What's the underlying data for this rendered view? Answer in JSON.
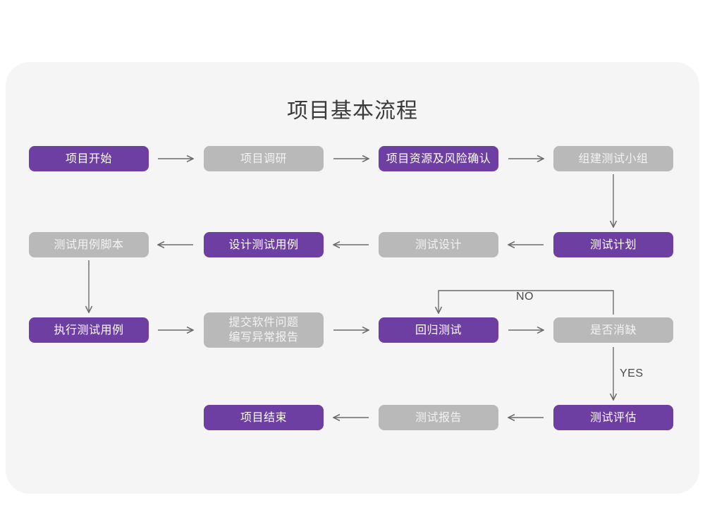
{
  "title": "项目基本流程",
  "colors": {
    "purple": "#6e3fa3",
    "gray": "#b9b9b9",
    "panel_background": "#f5f5f5",
    "page_background": "#ffffff",
    "connector": "#6b6b6b",
    "title_text": "#3a3a3a"
  },
  "nodes": [
    {
      "id": "project-start",
      "label": "项目开始",
      "style": "purple",
      "col": 1,
      "row": 1
    },
    {
      "id": "project-research",
      "label": "项目调研",
      "style": "gray",
      "col": 2,
      "row": 1
    },
    {
      "id": "resource-risk",
      "label": "项目资源及风险确认",
      "style": "purple",
      "col": 3,
      "row": 1
    },
    {
      "id": "build-test-team",
      "label": "组建测试小组",
      "style": "gray",
      "col": 4,
      "row": 1
    },
    {
      "id": "test-case-script",
      "label": "测试用例脚本",
      "style": "gray",
      "col": 1,
      "row": 2
    },
    {
      "id": "design-test-case",
      "label": "设计测试用例",
      "style": "purple",
      "col": 2,
      "row": 2
    },
    {
      "id": "test-design",
      "label": "测试设计",
      "style": "gray",
      "col": 3,
      "row": 2
    },
    {
      "id": "test-plan",
      "label": "测试计划",
      "style": "purple",
      "col": 4,
      "row": 2
    },
    {
      "id": "execute-test-case",
      "label": "执行测试用例",
      "style": "purple",
      "col": 1,
      "row": 3
    },
    {
      "id": "submit-bug-report",
      "label": "提交软件问题\n编写异常报告",
      "style": "gray",
      "col": 2,
      "row": 3
    },
    {
      "id": "regression-test",
      "label": "回归测试",
      "style": "purple",
      "col": 3,
      "row": 3
    },
    {
      "id": "defect-cleared",
      "label": "是否消缺",
      "style": "gray",
      "col": 4,
      "row": 3
    },
    {
      "id": "project-end",
      "label": "项目结束",
      "style": "purple",
      "col": 2,
      "row": 4
    },
    {
      "id": "test-report",
      "label": "测试报告",
      "style": "gray",
      "col": 3,
      "row": 4
    },
    {
      "id": "test-evaluation",
      "label": "测试评估",
      "style": "purple",
      "col": 4,
      "row": 4
    }
  ],
  "edge_labels": {
    "no": "NO",
    "yes": "YES"
  },
  "flow": [
    {
      "from": "project-start",
      "to": "project-research",
      "direction": "right"
    },
    {
      "from": "project-research",
      "to": "resource-risk",
      "direction": "right"
    },
    {
      "from": "resource-risk",
      "to": "build-test-team",
      "direction": "right"
    },
    {
      "from": "build-test-team",
      "to": "test-plan",
      "direction": "down"
    },
    {
      "from": "test-plan",
      "to": "test-design",
      "direction": "left"
    },
    {
      "from": "test-design",
      "to": "design-test-case",
      "direction": "left"
    },
    {
      "from": "design-test-case",
      "to": "test-case-script",
      "direction": "left"
    },
    {
      "from": "test-case-script",
      "to": "execute-test-case",
      "direction": "down"
    },
    {
      "from": "execute-test-case",
      "to": "submit-bug-report",
      "direction": "right"
    },
    {
      "from": "submit-bug-report",
      "to": "regression-test",
      "direction": "right"
    },
    {
      "from": "regression-test",
      "to": "defect-cleared",
      "direction": "right"
    },
    {
      "from": "defect-cleared",
      "to": "regression-test",
      "direction": "loop-up",
      "label": "NO"
    },
    {
      "from": "defect-cleared",
      "to": "test-evaluation",
      "direction": "down",
      "label": "YES"
    },
    {
      "from": "test-evaluation",
      "to": "test-report",
      "direction": "left"
    },
    {
      "from": "test-report",
      "to": "project-end",
      "direction": "left"
    }
  ]
}
